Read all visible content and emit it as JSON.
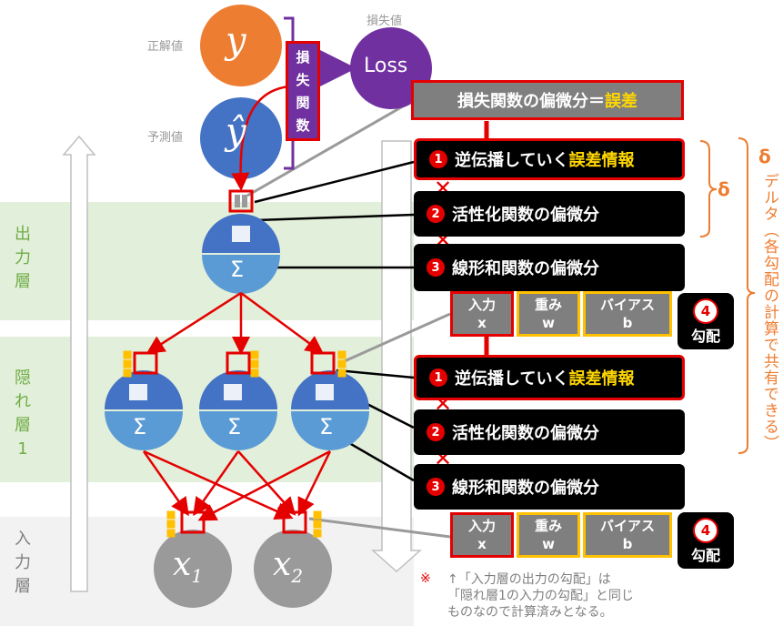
{
  "labels": {
    "correct": "正解値",
    "predicted": "予測値",
    "loss_title": "損失値",
    "y": "y",
    "yhat": "ŷ",
    "loss": "Loss",
    "loss_func": [
      "損",
      "失",
      "関",
      "数"
    ]
  },
  "layers": {
    "output": [
      "出",
      "力",
      "層"
    ],
    "hidden": [
      "隠",
      "れ",
      "層",
      "1"
    ],
    "input": [
      "入",
      "力",
      "層"
    ]
  },
  "inputs": {
    "x1": "x",
    "x1_sub": "1",
    "x2": "x",
    "x2_sub": "2"
  },
  "sigma": "Σ",
  "header_box": {
    "text": "損失関数の偏微分＝",
    "highlight": "誤差"
  },
  "steps_top": [
    {
      "num": "1",
      "text": "逆伝播していく",
      "highlight": "誤差情報"
    },
    {
      "num": "2",
      "text": "活性化関数の偏微分",
      "highlight": ""
    },
    {
      "num": "3",
      "text": "線形和関数の偏微分",
      "highlight": ""
    }
  ],
  "steps_bottom": [
    {
      "num": "1",
      "text": "逆伝播していく",
      "highlight": "誤差情報"
    },
    {
      "num": "2",
      "text": "活性化関数の偏微分",
      "highlight": ""
    },
    {
      "num": "3",
      "text": "線形和関数の偏微分",
      "highlight": ""
    }
  ],
  "times": "✕",
  "grad_boxes_top": [
    {
      "top": "入力",
      "bottom": "x"
    },
    {
      "top": "重み",
      "bottom": "w"
    },
    {
      "top": "バイアス",
      "bottom": "b"
    }
  ],
  "grad_boxes_bottom": [
    {
      "top": "入力",
      "bottom": "x"
    },
    {
      "top": "重み",
      "bottom": "w"
    },
    {
      "top": "バイアス",
      "bottom": "b"
    }
  ],
  "grad_label": {
    "num": "4",
    "text": "勾配"
  },
  "delta": "δ",
  "delta_title": "δ",
  "delta_vertical": "デルタ（各勾配の計算で共有できる）",
  "note": {
    "mark": "※",
    "lines": [
      "↑「入力層の出力の勾配」は",
      "「隠れ層1の入力の勾配」と同じ",
      "ものなので計算済みとなる。"
    ]
  },
  "colors": {
    "orange": "#ED7D31",
    "purple": "#7030A0",
    "blue": "#4472C4",
    "red": "#E50000",
    "green_band": "#E2EFDA",
    "gray_band": "#F2F2F2",
    "yellow": "#FFC000",
    "green_text": "#70AD47"
  }
}
